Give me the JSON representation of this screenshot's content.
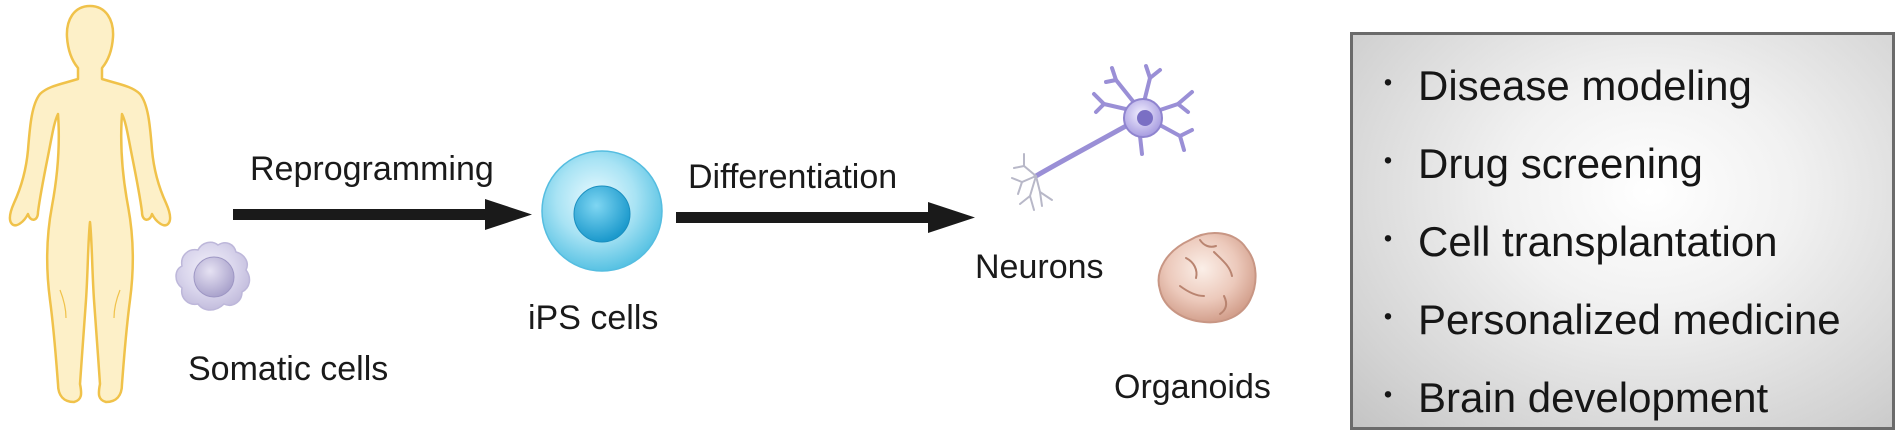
{
  "labels": {
    "somatic_cells": "Somatic cells",
    "reprogramming": "Reprogramming",
    "ips_cells": "iPS cells",
    "differentiation": "Differentiation",
    "neurons": "Neurons",
    "organoids": "Organoids"
  },
  "applications": [
    "Disease modeling",
    "Drug screening",
    "Cell transplantation",
    "Personalized medicine",
    "Brain development"
  ],
  "bullet_glyph": "・",
  "icons": [
    "human-body-icon",
    "somatic-cell-icon",
    "ips-cell-icon",
    "neuron-icon",
    "organoid-icon"
  ],
  "colors": {
    "body_fill": "#fdf0c8",
    "body_stroke": "#f0c24a",
    "ips_cell": "#3fb6de",
    "arrow": "#1a1a1a",
    "box_border": "#6b6b6b"
  }
}
